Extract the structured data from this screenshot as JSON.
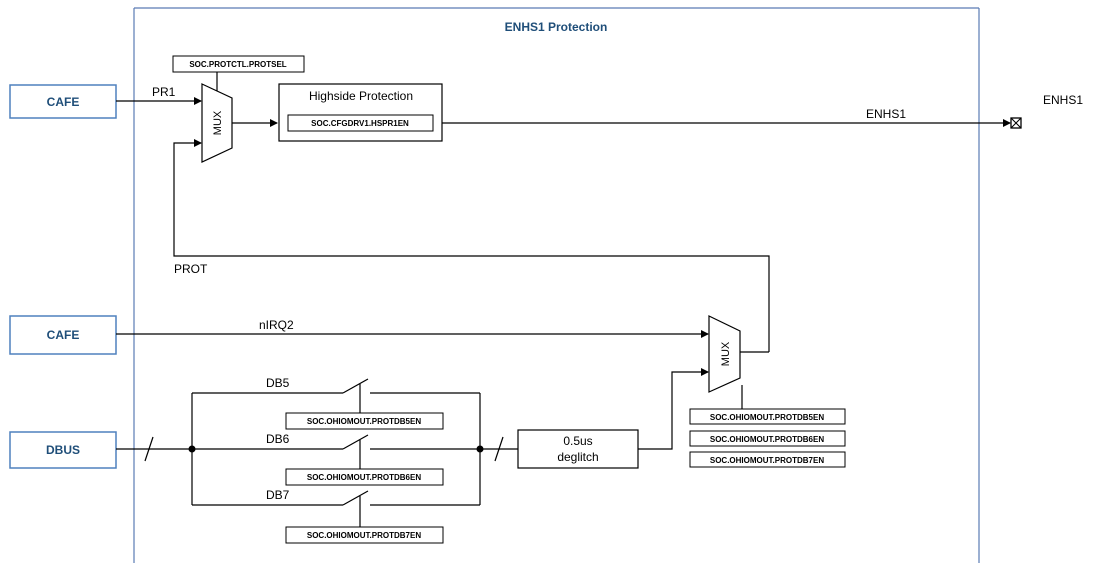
{
  "title": "ENHS1 Protection",
  "inputs": {
    "cafe_top": "CAFE",
    "cafe_mid": "CAFE",
    "dbus": "DBUS"
  },
  "signals": {
    "pr1": "PR1",
    "prot": "PROT",
    "nirq2": "nIRQ2",
    "db5": "DB5",
    "db6": "DB6",
    "db7": "DB7",
    "enhs1_line": "ENHS1",
    "enhs1_out": "ENHS1"
  },
  "mux": {
    "top_label": "MUX",
    "bottom_label": "MUX"
  },
  "blocks": {
    "highside_title": "Highside Protection",
    "deglitch_line1": "0.5us",
    "deglitch_line2": "deglitch"
  },
  "registers": {
    "protsel": "SOC.PROTCTL.PROTSEL",
    "hspr1en": "SOC.CFGDRV1.HSPR1EN",
    "db5en": "SOC.OHIOMOUT.PROTDB5EN",
    "db6en": "SOC.OHIOMOUT.PROTDB6EN",
    "db7en": "SOC.OHIOMOUT.PROTDB7EN",
    "mux_db5en": "SOC.OHIOMOUT.PROTDB5EN",
    "mux_db6en": "SOC.OHIOMOUT.PROTDB6EN",
    "mux_db7en": "SOC.OHIOMOUT.PROTDB7EN"
  },
  "colors": {
    "frame": "#5b7bb5",
    "input_box_border": "#4f81bd",
    "input_text": "#1f4e79"
  }
}
